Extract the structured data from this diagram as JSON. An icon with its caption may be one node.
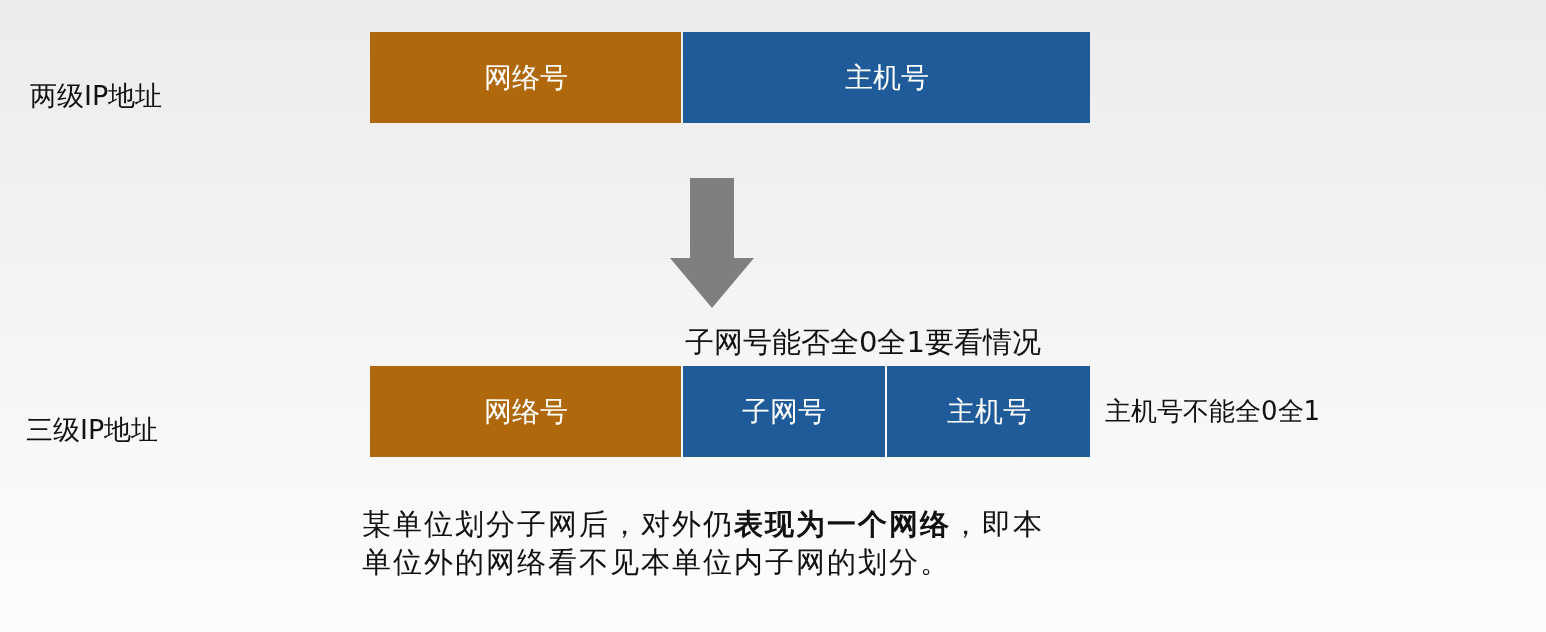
{
  "diagram": {
    "nodes": [
      {
        "text": [
          "两级IP地址"
        ]
      },
      {
        "text": [
          "网络号"
        ],
        "in": 0
      },
      {
        "text": [
          "主机号"
        ],
        "in": 0
      },
      {
        "text": [
          "三级IP地址"
        ]
      },
      {
        "text": [
          "网络号"
        ],
        "in": 3
      },
      {
        "text": [
          "子网号"
        ],
        "in": 3,
        "beside": [
          "子网号能否全0全1要看情况"
        ]
      },
      {
        "text": [
          "主机号"
        ],
        "in": 3,
        "beside": [
          "主机号不能全0全1"
        ]
      }
    ],
    "edges": [
      {
        "from": 0,
        "to": 3,
        "arrow": "to",
        "style": "thick",
        "color": "#7f7f7f"
      }
    ],
    "labels": [
      "某单位划分子网后，对外仍**表现为一个网络**，即本单位外的网络看不见本单位内子网的划分。"
    ]
  }
}
